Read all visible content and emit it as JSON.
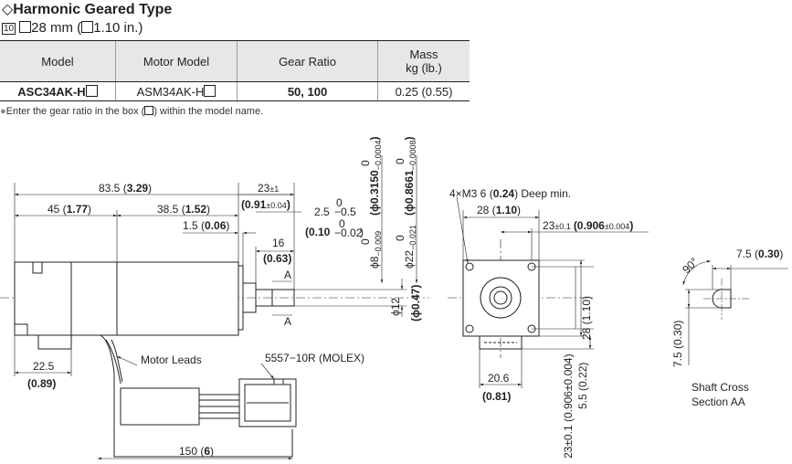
{
  "header": {
    "title": "◇Harmonic Geared Type",
    "size_code": "10",
    "size_text": "28 mm (",
    "size_text_in": "1.10 in.)"
  },
  "table": {
    "headers": [
      "Model",
      "Motor Model",
      "Gear Ratio",
      "Mass",
      "kg (lb.)"
    ],
    "row": {
      "model": "ASC34AK-H",
      "motor_model": "ASM34AK-H",
      "gear_ratio": "50, 100",
      "mass": "0.25 (0.55)"
    }
  },
  "note": {
    "bullet": "●",
    "text_before": "Enter the gear ratio in the box (",
    "text_after": ") within the model name."
  },
  "dims": {
    "overall": "83.5 (",
    "overall_b": "3.29",
    "overall_c": ")",
    "body": "45 (",
    "body_b": "1.77",
    "gear": "38.5 (",
    "gear_b": "1.52",
    "pilot": "1.5 (",
    "pilot_b": "0.06",
    "flange": "23",
    "flange_tol": "±1",
    "flange_in": "(0.91",
    "flange_in_tol": "±0.04",
    "flange_in_c": ")",
    "step": "2.5",
    "step_tol_top": "0",
    "step_tol_bot": "−0.5",
    "step_in": "(0.10",
    "step_in_tol_top": "0",
    "step_in_tol_bot": "−0.02",
    "step_in_c": ")",
    "shaft_len": "16",
    "shaft_len_in": "(0.63)",
    "section_a": "A",
    "shaft_dia": "ϕ12",
    "shaft_dia_in": "(ϕ0.47)",
    "d8": "ϕ8",
    "d8_tol": "−0.009",
    "d8_tol0": "0",
    "d8_in": "(ϕ0.3150",
    "d8_in_tol": "−0.0004",
    "d8_in_tol0": "0",
    "d8_in_c": ")",
    "d22": "ϕ22",
    "d22_tol": "−0.021",
    "d22_tol0": "0",
    "d22_in": "(ϕ0.8661",
    "d22_in_tol": "−0.0008",
    "d22_in_tol0": "0",
    "d22_in_c": ")",
    "leads_label": "Motor Leads",
    "connector": "5557−10R (MOLEX)",
    "lead_offset": "22.5",
    "lead_offset_in": "(0.89)",
    "lead_len": "150 (",
    "lead_len_b": "6",
    "lead_len_c": ")",
    "holes": "4×M3  6 (",
    "holes_b": "0.24",
    "holes_c": ") Deep min.",
    "front_w": "28 (",
    "front_w_b": "1.10",
    "front_w_c": ")",
    "pitch": "23",
    "pitch_tol": "±0.1",
    "pitch_in": "(0.906",
    "pitch_in_tol": "±0.004",
    "pitch_in_c": ")",
    "front_h": "28 (1.10)",
    "conn_w": "20.6",
    "conn_w_in": "(0.81)",
    "conn_off": "5.5 (0.22)",
    "pitch_v": "23±0.1 (0.906±0.004)",
    "sec_angle": "90°",
    "sec_w": "7.5 (",
    "sec_w_b": "0.30",
    "sec_w_c": ")",
    "sec_h": "7.5 (0.30)",
    "sec_label1": "Shaft Cross",
    "sec_label2": "Section AA"
  }
}
